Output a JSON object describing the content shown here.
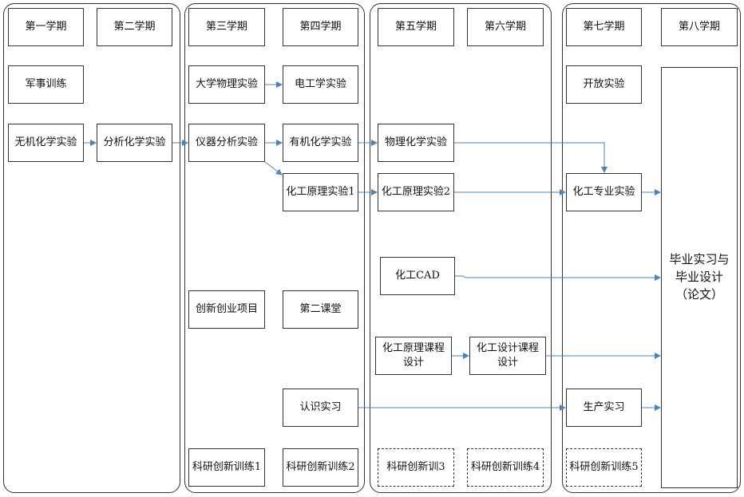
{
  "semesters": [
    "第一学期",
    "第二学期",
    "第三学期",
    "第四学期",
    "第五学期",
    "第六学期",
    "第七学期",
    "第八学期"
  ],
  "courses": {
    "military": "军事训练",
    "inorganic": "无机化学实验",
    "analytical": "分析化学实验",
    "physics": "大学物理实验",
    "instrument": "仪器分析实验",
    "innovation": "创新创业项目",
    "research1": "科研创新训练1",
    "electrical": "电工学实验",
    "organic": "有机化学实验",
    "principle1": "化工原理实验1",
    "second_class": "第二课堂",
    "cognition": "认识实习",
    "research2": "科研创新训练2",
    "physchem": "物理化学实验",
    "principle2": "化工原理实验2",
    "cad": "化工CAD",
    "principle_design": "化工原理课程\n设计",
    "research3": "科研创新训3",
    "chem_design": "化工设计课程\n设计",
    "research4": "科研创新训练4",
    "open": "开放实验",
    "specialty": "化工专业实验",
    "production": "生产实习",
    "research5": "科研创新训练5",
    "graduation": "毕业实习与\n毕业设计\n（论文）"
  },
  "colors": {
    "arrow": "#4f81bd",
    "border": "#333333"
  }
}
